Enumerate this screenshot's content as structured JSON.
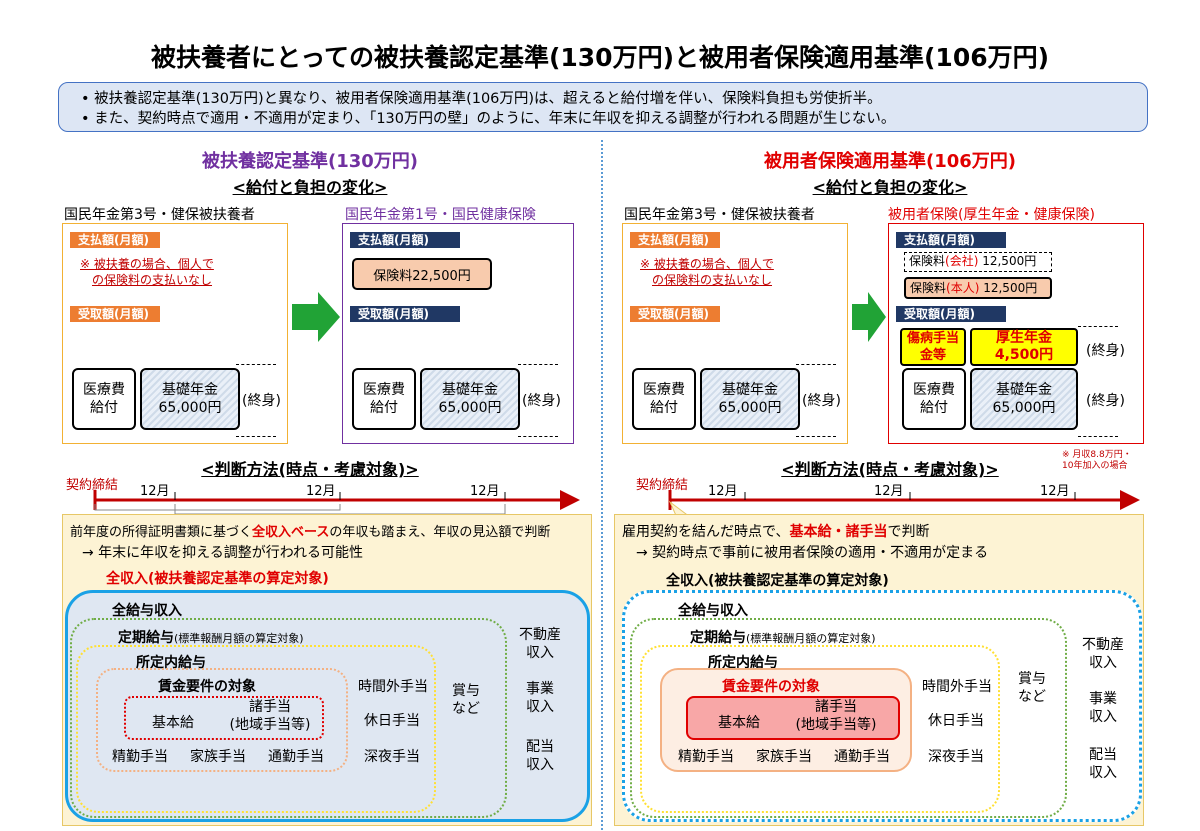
{
  "title": "被扶養者にとっての被扶養認定基準(130万円)と被用者保険適用基準(106万円)",
  "summary": [
    "• 被扶養認定基準(130万円)と異なり、被用者保険適用基準(106万円)は、超えると給付増を伴い、保険料負担も労使折半。",
    "• また、契約時点で適用・不適用が定まり、「130万円の壁」のように、年末に年収を抑える調整が行われる問題が生じない。"
  ],
  "colors": {
    "purple": "#7030a0",
    "red": "#e00000",
    "orange": "#ed7d31",
    "navy": "#203864",
    "green": "#21a336",
    "blue_border": "#4472c4",
    "timeline": "#c00000"
  },
  "left": {
    "heading": "被扶養認定基準(130万円)",
    "subheading": "<給付と負担の変化>",
    "before_label": "国民年金第3号・健保被扶養者",
    "after_label": "国民年金第1号・国民健康保険",
    "pay_tag": "支払額(月額)",
    "recv_tag": "受取額(月額)",
    "note_line1": "※ 被扶養の場合、個人で",
    "note_line2": "の保険料の支払いなし",
    "premium": "保険料22,500円",
    "medical": "医療費\n給付",
    "basic_line1": "基礎年金",
    "basic_line2": "65,000円",
    "lifetime": "(終身)",
    "judge_title": "<判断方法(時点・考慮対象)>",
    "contract": "契約締結",
    "month": "12月",
    "judge_line1_a": "前年度の所得証明書類に基づく",
    "judge_line1_b": "全収入ベース",
    "judge_line1_c": "の年収も踏まえ、年収の見込額で判断",
    "judge_line2": "→ 年末に年収を抑える調整が行われる可能性",
    "total_income": "全収入(被扶養認定基準の算定対象)",
    "all_salary": "全給与収入",
    "regular_pay": "定期給与",
    "regular_note": "(標準報酬月額の算定対象)",
    "scheduled_pay": "所定内給与",
    "wage_target": "賃金要件の対象",
    "base_pay": "基本給",
    "allowance_line1": "諸手当",
    "allowance_line2": "(地域手当等)",
    "diligence": "精勤手当",
    "family": "家族手当",
    "commute": "通勤手当",
    "overtime": "時間外手当",
    "holiday": "休日手当",
    "night": "深夜手当",
    "bonus_line1": "賞与",
    "bonus_line2": "など",
    "realestate_line1": "不動産",
    "realestate_line2": "収入",
    "business_line1": "事業",
    "business_line2": "収入",
    "dividend_line1": "配当",
    "dividend_line2": "収入"
  },
  "right": {
    "heading": "被用者保険適用基準(106万円)",
    "subheading": "<給付と負担の変化>",
    "before_label": "国民年金第3号・健保被扶養者",
    "after_label": "被用者保険(厚生年金・健康保険)",
    "pay_tag": "支払額(月額)",
    "recv_tag": "受取額(月額)",
    "note_line1": "※ 被扶養の場合、個人で",
    "note_line2": "の保険料の支払いなし",
    "premium_company_a": "保険料",
    "premium_company_b": "(会社)",
    "premium_company_c": "12,500円",
    "premium_self_a": "保険料",
    "premium_self_b": "(本人)",
    "premium_self_c": "12,500円",
    "sickness_line1": "傷病手当",
    "sickness_line2": "金等",
    "kosei_line1": "厚生年金",
    "kosei_line2": "4,500円",
    "medical": "医療費\n給付",
    "basic_line1": "基礎年金",
    "basic_line2": "65,000円",
    "lifetime": "(終身)",
    "footnote_line1": "※ 月収8.8万円・",
    "footnote_line2": "10年加入の場合",
    "judge_title": "<判断方法(時点・考慮対象)>",
    "contract": "契約締結",
    "month": "12月",
    "judge_line1_a": "雇用契約を結んだ時点で、",
    "judge_line1_b": "基本給・諸手当",
    "judge_line1_c": "で判断",
    "judge_line2": "→ 契約時点で事前に被用者保険の適用・不適用が定まる",
    "total_income": "全収入(被扶養認定基準の算定対象)",
    "all_salary": "全給与収入",
    "regular_pay": "定期給与",
    "regular_note": "(標準報酬月額の算定対象)",
    "scheduled_pay": "所定内給与",
    "wage_target": "賃金要件の対象",
    "base_pay": "基本給",
    "allowance_line1": "諸手当",
    "allowance_line2": "(地域手当等)",
    "diligence": "精勤手当",
    "family": "家族手当",
    "commute": "通勤手当",
    "overtime": "時間外手当",
    "holiday": "休日手当",
    "night": "深夜手当",
    "bonus_line1": "賞与",
    "bonus_line2": "など",
    "realestate_line1": "不動産",
    "realestate_line2": "収入",
    "business_line1": "事業",
    "business_line2": "収入",
    "dividend_line1": "配当",
    "dividend_line2": "収入"
  }
}
